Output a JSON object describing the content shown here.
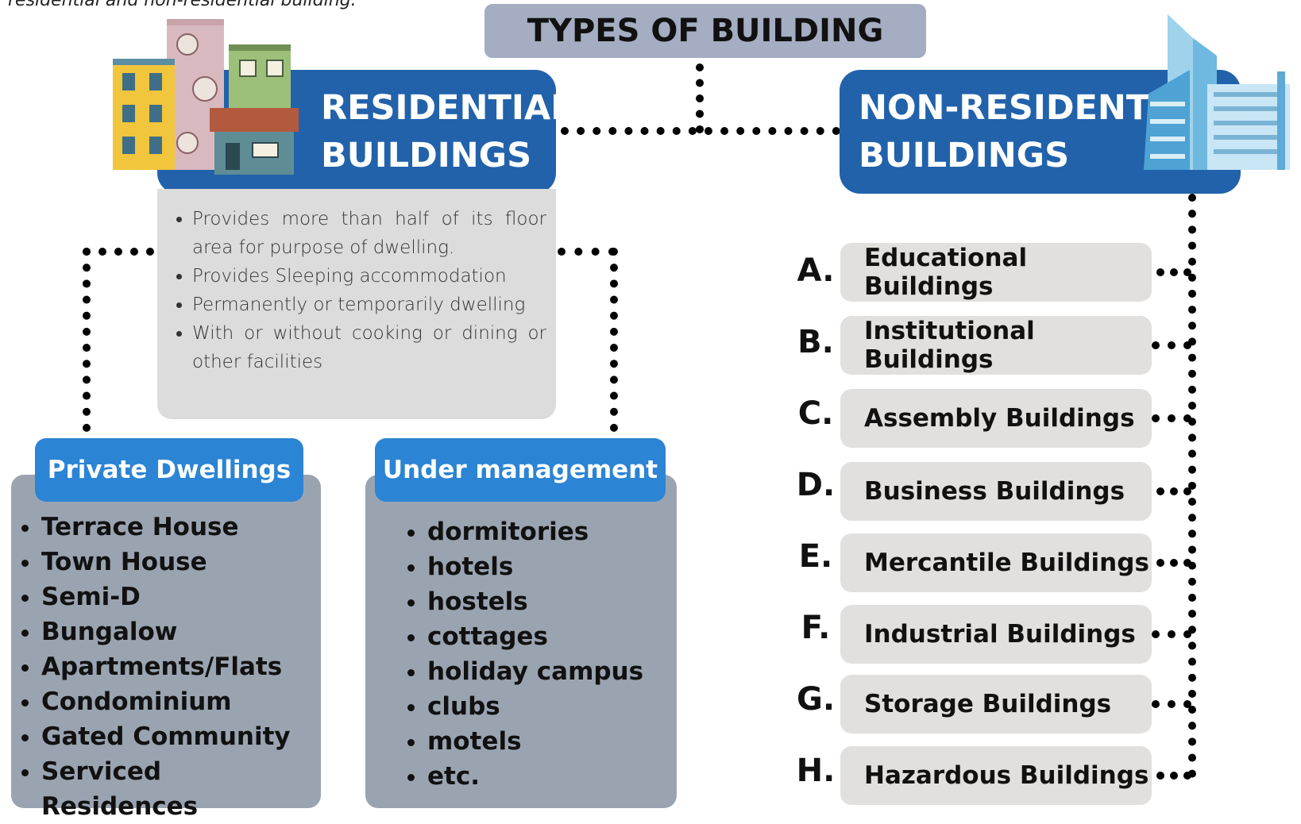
{
  "top_note": "residential and non-residential building.",
  "title": "TYPES OF BUILDING",
  "residential": {
    "heading_line1": "RESIDENTIAL",
    "heading_line2": "BUILDINGS",
    "description": [
      "Provides more than half of its floor area for purpose of dwelling.",
      "Provides Sleeping accommodation",
      "Permanently or temporarily dwelling",
      "With or without cooking or dining or other facilities"
    ]
  },
  "private_dwellings": {
    "title": "Private Dwellings",
    "items": [
      "Terrace House",
      "Town House",
      "Semi-D",
      "Bungalow",
      "Apartments/Flats",
      "Condominium",
      "Gated Community",
      "Serviced Residences"
    ]
  },
  "under_management": {
    "title": "Under management",
    "items": [
      "dormitories",
      "hotels",
      "hostels",
      "cottages",
      "holiday campus",
      "clubs",
      "motels",
      "etc."
    ]
  },
  "non_residential": {
    "heading_line1": "NON-RESIDENTIAL",
    "heading_line2": "BUILDINGS",
    "categories": [
      {
        "letter": "A.",
        "label": "Educational Buildings"
      },
      {
        "letter": "B.",
        "label": "Institutional Buildings"
      },
      {
        "letter": "C.",
        "label": "Assembly Buildings"
      },
      {
        "letter": "D.",
        "label": "Business Buildings"
      },
      {
        "letter": "E.",
        "label": "Mercantile Buildings"
      },
      {
        "letter": "F.",
        "label": "Industrial Buildings"
      },
      {
        "letter": "G.",
        "label": "Storage Buildings"
      },
      {
        "letter": "H.",
        "label": "Hazardous Buildings"
      }
    ]
  },
  "colors": {
    "header_blue": "#2262ab",
    "sub_header_blue": "#2b84d4",
    "title_gray": "#a4adc2",
    "panel_gray": "#9aa4b0",
    "desc_gray": "#dcdcdc",
    "category_box": "#e2e0de"
  },
  "icons": [
    "houses-illustration",
    "skyscraper-illustration"
  ]
}
